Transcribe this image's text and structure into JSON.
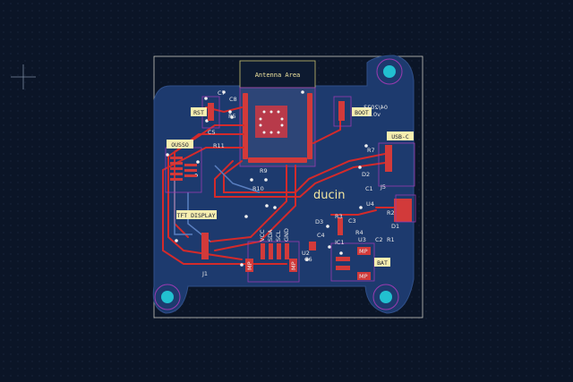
{
  "board": {
    "antenna_label": "Antenna Area",
    "logo_text": "ducin",
    "date_text": "04/2023",
    "version_text": "v0.1"
  },
  "silk_boxes": {
    "rst": "RST",
    "boot": "BOOT",
    "usbc": "USB-C",
    "oled": "OUSSO",
    "tft": "TFT DISPLAY",
    "bat": "BAT"
  },
  "refs": [
    "C7",
    "C8",
    "R5",
    "C5",
    "R11",
    "R9",
    "R10",
    "R7",
    "D2",
    "C1",
    "J5",
    "U4",
    "R2",
    "D3",
    "R3",
    "C3",
    "C4",
    "R4",
    "U3",
    "C2",
    "R1",
    "D1",
    "U2",
    "C6",
    "J1"
  ],
  "ic1": "IC1",
  "i2c_pins": [
    "VCC",
    "SDA",
    "SCL",
    "GND"
  ],
  "mp_label": "MP",
  "colors": {
    "board": "#1d3a6e",
    "copper": "#d42a2a",
    "silk": "#f2e6a0",
    "courtyard": "#9a3ab0",
    "mounting": "#22c0d0"
  }
}
